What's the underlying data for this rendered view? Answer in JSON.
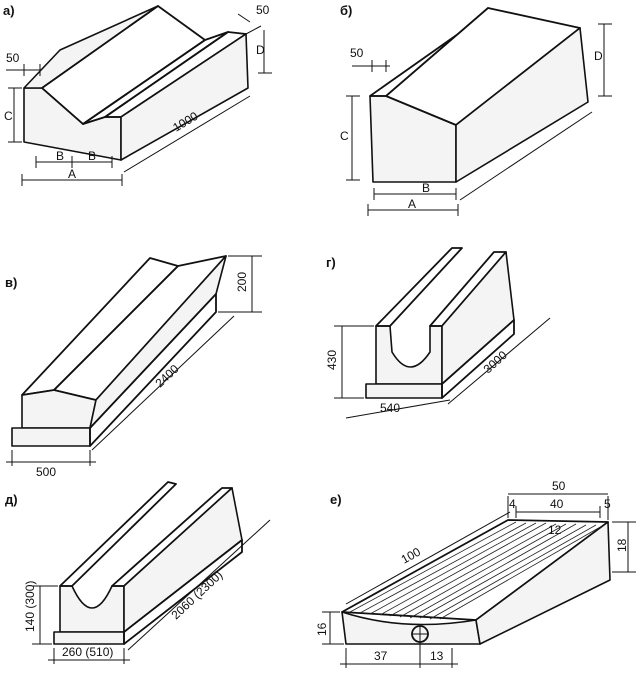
{
  "panels": {
    "a": {
      "label": "а)",
      "dim_length": "1000",
      "dim_top": "50",
      "dim_left": "50",
      "dim_c": "C",
      "dim_d": "D",
      "dim_b1": "B",
      "dim_b2": "B",
      "dim_a": "A"
    },
    "b": {
      "label": "б)",
      "dim_left": "50",
      "dim_c": "C",
      "dim_d": "D",
      "dim_b": "B",
      "dim_a": "A"
    },
    "v": {
      "label": "в)",
      "dim_height": "200",
      "dim_length": "2400",
      "dim_width": "500"
    },
    "g": {
      "label": "г)",
      "dim_height": "430",
      "dim_length": "3000",
      "dim_width": "540"
    },
    "d": {
      "label": "д)",
      "dim_height": "140 (300)",
      "dim_length": "2060 (2300)",
      "dim_width": "260 (510)"
    },
    "e": {
      "label": "е)",
      "dim_total": "50",
      "dim_40": "40",
      "dim_5": "5",
      "dim_4": "4",
      "dim_length": "100",
      "dim_right": "18",
      "dim_left": "16",
      "dim_37": "37",
      "dim_13": "13",
      "dim_12": "12"
    }
  }
}
